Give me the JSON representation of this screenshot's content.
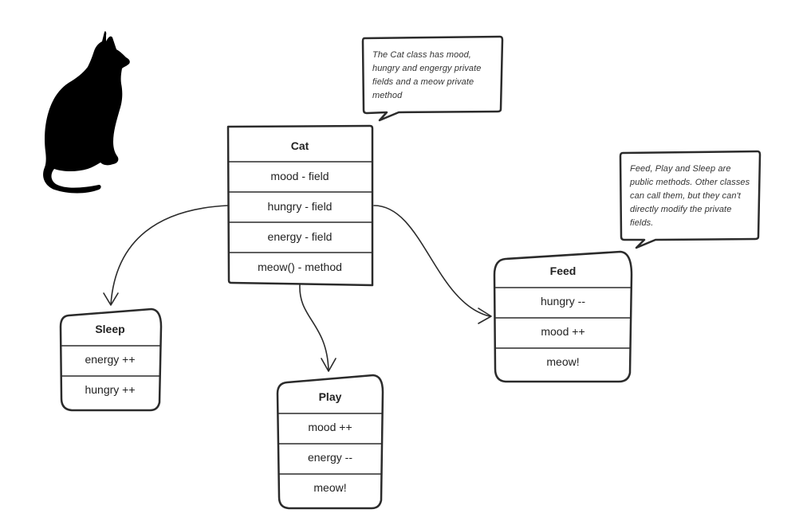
{
  "notes": {
    "cat_note": "The Cat class has mood, hungry and engergy private fields and a meow private method",
    "methods_note": "Feed, Play and Sleep are public methods. Other classes can call them, but they can't directly modify the private fields."
  },
  "cat_class": {
    "title": "Cat",
    "rows": [
      "mood - field",
      "hungry - field",
      "energy - field",
      "meow() - method"
    ]
  },
  "sleep": {
    "title": "Sleep",
    "rows": [
      "energy ++",
      "hungry ++"
    ]
  },
  "play": {
    "title": "Play",
    "rows": [
      "mood ++",
      "energy --",
      "meow!"
    ]
  },
  "feed": {
    "title": "Feed",
    "rows": [
      "hungry --",
      "mood ++",
      "meow!"
    ]
  },
  "colors": {
    "stroke": "#2b2b2b",
    "silhouette": "#000000",
    "background": "#ffffff"
  }
}
